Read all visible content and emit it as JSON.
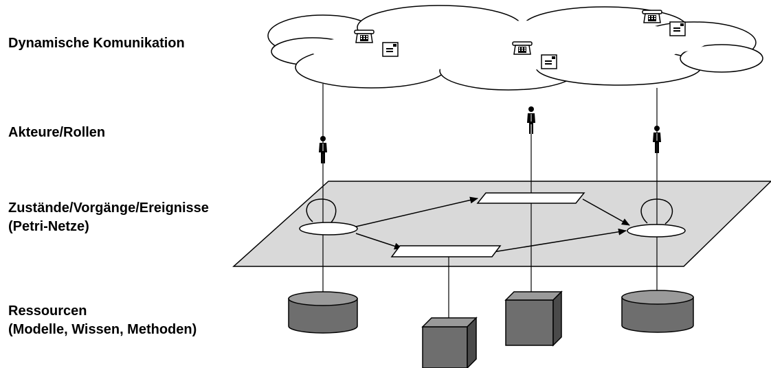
{
  "labels": {
    "communication": "Dynamische Komunikation",
    "actors": "Akteure/Rollen",
    "states_line1": "Zustände/Vorgänge/Ereignisse",
    "states_line2": "(Petri-Netze)",
    "resources_line1": "Ressourcen",
    "resources_line2": "(Modelle, Wissen, Methoden)"
  },
  "colors": {
    "plane_fill": "#d9d9d9",
    "resource_fill": "#6e6e6e",
    "resource_top": "#9a9a9a",
    "resource_side": "#4a4a4a",
    "stroke": "#000000"
  },
  "icons": {
    "communication": [
      "telephone-icon",
      "letter-icon"
    ],
    "actor": "person-icon",
    "place": "petri-place",
    "transition": "petri-transition",
    "resource_store": "cylinder-icon",
    "resource_method": "cube-icon"
  }
}
